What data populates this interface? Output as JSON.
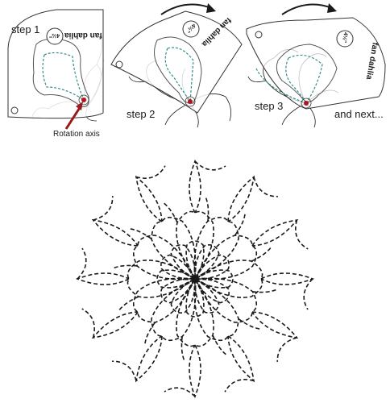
{
  "panels": [
    {
      "step_label": "step 1",
      "brand": "fan dahlia",
      "size": "4½\""
    },
    {
      "step_label": "step 2",
      "brand": "fan dahlia",
      "size": "4½\""
    },
    {
      "step_label": "step 3",
      "brand": "fan dahlia",
      "size": "4½\""
    }
  ],
  "next_label": "and next...",
  "rotation_axis_label": "Rotation axis",
  "colors": {
    "guide_dashes": "#2f8f8a",
    "pivot": "#b3141c",
    "arrow": "#9a1a1a",
    "ink": "#1a1a1a"
  },
  "pattern": {
    "petals": 12
  }
}
